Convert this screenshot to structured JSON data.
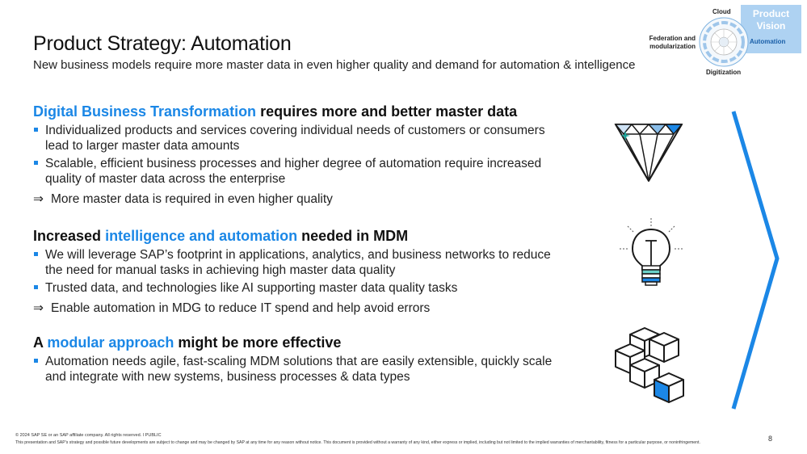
{
  "header": {
    "title": "Product Strategy: Automation",
    "subtitle": "New business models require more master data in even higher quality and demand for automation & intelligence"
  },
  "vision_graphic": {
    "box_title": "Product Vision",
    "active_label": "Automation",
    "labels": {
      "top": "Cloud",
      "left": "Federation and modularization",
      "bottom": "Digitization"
    }
  },
  "sections": [
    {
      "heading_highlight": "Digital Business Transformation",
      "heading_rest": " requires more and better master data",
      "bullets": [
        "Individualized products and services covering individual needs of customers or consumers lead to larger master data amounts",
        "Scalable, efficient business processes and higher degree of automation require increased quality of master data across the enterprise"
      ],
      "conclusion": "More master data is required in even higher quality"
    },
    {
      "heading_prefix": "Increased ",
      "heading_highlight": "intelligence and automation",
      "heading_rest": " needed in MDM",
      "bullets": [
        "We will leverage SAP’s footprint in applications, analytics, and business networks to reduce the need for manual tasks in achieving high master data quality",
        "Trusted data, and technologies like AI supporting master data quality tasks"
      ],
      "conclusion": "Enable automation in MDG to reduce IT spend and help avoid errors"
    },
    {
      "heading_prefix": "A ",
      "heading_highlight": "modular approach",
      "heading_rest": " might be more effective",
      "bullets": [
        "Automation needs agile, fast-scaling MDM solutions that are easily extensible, quickly scale and integrate with new systems, business processes & data types"
      ]
    }
  ],
  "icons": [
    "diamond-icon",
    "lightbulb-icon",
    "cubes-icon",
    "chevron-right-icon"
  ],
  "footer": {
    "copyright": "© 2024 SAP SE or an SAP affiliate company. All rights reserved.  ǀ  PUBLIC",
    "disclaimer": "This presentation and SAP’s strategy and possible future developments are subject to change and may be changed by SAP at any time for any reason without notice. This document is provided without a warranty of any kind, either express or implied, including but not limited to the implied warranties of merchantability, fitness for a particular purpose, or noninfringement.",
    "page_number": "8"
  },
  "colors": {
    "accent": "#1b87e6",
    "text": "#222222",
    "vision_box": "#aed2f2"
  }
}
